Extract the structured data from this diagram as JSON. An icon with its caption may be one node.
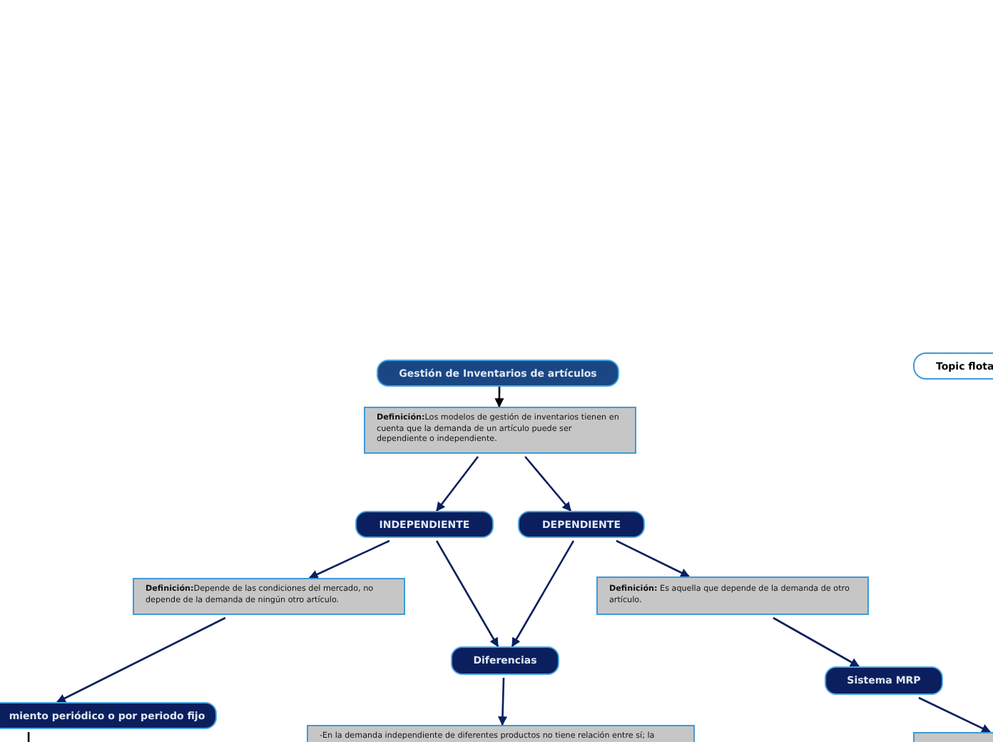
{
  "diagram": {
    "nodes": [
      {
        "text": [
          "Gestión de Inventarios de artículos"
        ]
      },
      {
        "text": [
          "**Definición:**Los modelos de gestión de inventarios tienen en cuenta que la demanda de un artículo puede ser dependiente o independiente."
        ]
      },
      {
        "text": [
          "INDEPENDIENTE"
        ]
      },
      {
        "text": [
          "DEPENDIENTE"
        ]
      },
      {
        "text": [
          "**Definición:**Depende de las condiciones del mercado, no depende de la demanda de ningún otro artículo."
        ]
      },
      {
        "text": [
          "**Definición:** Es aquella que depende de la demanda de otro artículo."
        ]
      },
      {
        "text": [
          "Diferencias"
        ]
      },
      {
        "text": [
          "Sistema MRP"
        ]
      },
      {
        "text": [
          "miento periódico o por periodo fijo"
        ]
      },
      {
        "text": [
          "-En la demanda independiente de diferentes productos no tiene relación entre sí; la"
        ]
      },
      {
        "text": [],
        "shape": "box"
      },
      {
        "text": [
          "Topic flota"
        ]
      }
    ],
    "edges": [
      {
        "from": 0,
        "to": 1,
        "arrow": "to",
        "color": "#000000"
      },
      {
        "from": 1,
        "to": 2,
        "arrow": "to"
      },
      {
        "from": 1,
        "to": 3,
        "arrow": "to"
      },
      {
        "from": 2,
        "to": 4,
        "arrow": "to"
      },
      {
        "from": 2,
        "to": 6,
        "arrow": "to"
      },
      {
        "from": 3,
        "to": 6,
        "arrow": "to"
      },
      {
        "from": 3,
        "to": 5,
        "arrow": "to"
      },
      {
        "from": 5,
        "to": 7,
        "arrow": "to"
      },
      {
        "from": 4,
        "to": 8,
        "arrow": "to"
      },
      {
        "from": 6,
        "to": 9,
        "arrow": "to"
      },
      {
        "from": 7,
        "to": 10,
        "arrow": "to"
      },
      {
        "from": 8,
        "to": null,
        "arrow": "none",
        "color": "#000000"
      }
    ]
  }
}
